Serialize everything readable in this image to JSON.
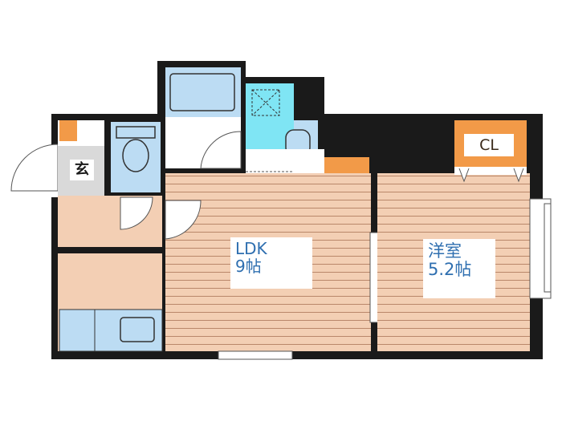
{
  "rooms": {
    "ldk": {
      "name": "LDK",
      "size": "9帖"
    },
    "western_room": {
      "name": "洋室",
      "size": "5.2帖"
    },
    "entrance": {
      "name": "玄"
    },
    "closet": {
      "name": "CL"
    }
  },
  "colors": {
    "wall": "#1a1a1a",
    "floor_wood": "#f3cfb4",
    "floor_line": "#b9876a",
    "wet_area": "#bcdcf3",
    "washroom_cyan": "#7fe5f4",
    "closet_orange": "#f29a48",
    "label_blue": "#2f6fb0",
    "entrance_gray": "#d9d9d9"
  }
}
